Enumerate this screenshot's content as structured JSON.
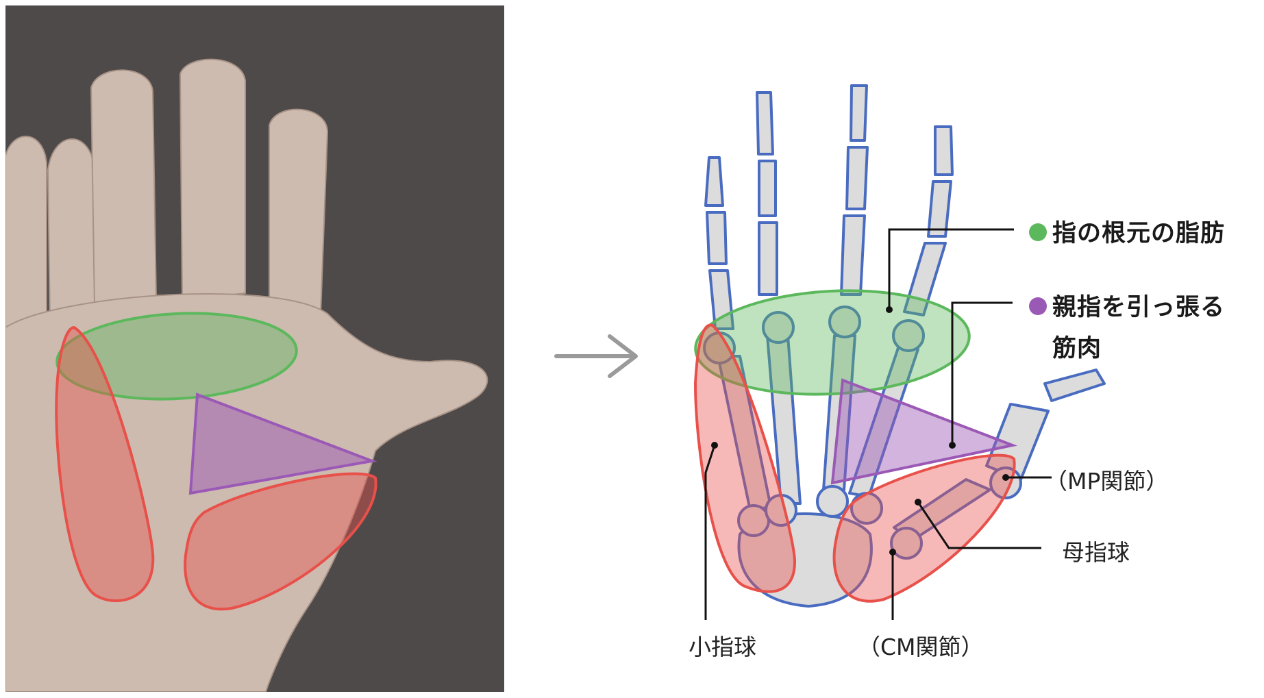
{
  "labels": {
    "finger_base_fat": "指の根元の脂肪",
    "thumb_muscle_line1": "親指を引っ張る",
    "thumb_muscle_line2": "筋肉",
    "mp_joint": "（MP関節）",
    "thenar": "母指球",
    "hypothenar": "小指球",
    "cm_joint": "（CM関節）"
  },
  "colors": {
    "green": "#5cb85c",
    "purple": "#9b59b6",
    "red": "#e8504a",
    "bone_fill": "#dcdcdc",
    "bone_outline": "#4a6cc0",
    "arrow": "#9a9a9a",
    "photo_bg": "#4e4a4a",
    "skin": "#cdbbb0"
  },
  "icons": {
    "arrow": "right-arrow-icon",
    "green_marker": "green-dot-icon",
    "purple_marker": "purple-dot-icon"
  }
}
